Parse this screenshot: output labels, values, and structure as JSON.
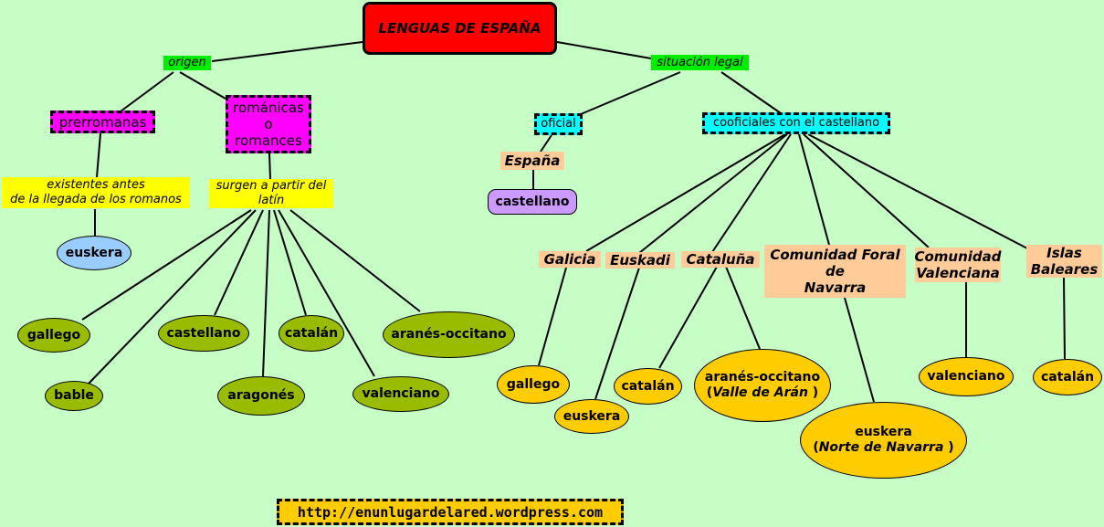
{
  "title": "LENGUAS DE ESPAÑA",
  "links": {
    "origen": "origen",
    "situacion": "situación legal",
    "surgen": "surgen a partir del latín",
    "existentes_1": "existentes antes",
    "existentes_2": "de la llegada de los romanos"
  },
  "origen": {
    "prerromanas": "prerromanas",
    "romanicas_1": "románicas",
    "romanicas_2": "o",
    "romanicas_3": "romances",
    "prerromanas_langs": [
      "euskera"
    ],
    "romance_langs": [
      "gallego",
      "bable",
      "castellano",
      "aragonés",
      "catalán",
      "valenciano",
      "aranés-occitano"
    ]
  },
  "situacion": {
    "oficial": "oficial",
    "espana": "España",
    "oficial_lang": "castellano",
    "cooficiales": "cooficiales con el castellano",
    "regions": [
      "Galicia",
      "Euskadi",
      "Cataluña",
      "Comunidad Foral",
      "de",
      "Navarra",
      "Comunidad",
      "Valenciana",
      "Islas",
      "Baleares"
    ],
    "langs": {
      "galicia": "gallego",
      "euskadi": "euskera",
      "cataluna_1": "catalán",
      "cataluna_2": "aranés-occitano",
      "cataluna_2_note": "Valle de Arán",
      "navarra": "euskera",
      "navarra_note": "Norte de Navarra",
      "valenciana": "valenciano",
      "baleares": "catalán"
    }
  },
  "footer": {
    "url": "http://enunlugardelared.wordpress.com"
  }
}
